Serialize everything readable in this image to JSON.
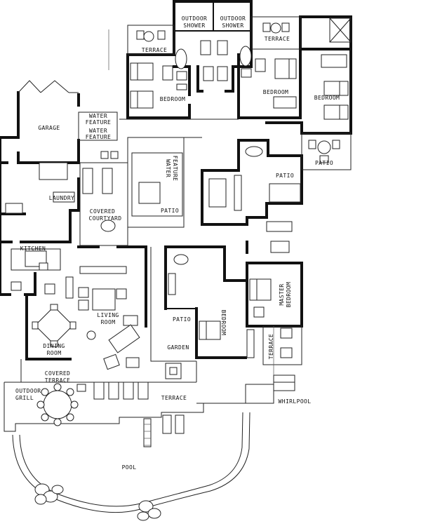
{
  "rooms": {
    "outdoor_shower_1": [
      "OUTDOOR",
      "SHOWER"
    ],
    "outdoor_shower_2": [
      "OUTDOOR",
      "SHOWER"
    ],
    "terrace_nw": "TERRACE",
    "terrace_ne": "TERRACE",
    "bedroom_1": "BEDROOM",
    "bedroom_2": "BEDROOM",
    "bedroom_3": "BEDROOM",
    "garage": "GARAGE",
    "water_feature_1": [
      "WATER",
      "FEATURE"
    ],
    "water_feature_2": [
      "WATER",
      "FEATURE"
    ],
    "water_feature_3": [
      "WATER",
      "FEATURE"
    ],
    "patio_east": "PATIO",
    "patio_mid": "PATIO",
    "patio_courtyard": "PATIO",
    "patio_south": "PATIO",
    "laundry": "LAUNDRY",
    "covered_courtyard": [
      "COVERED",
      "COURTYARD"
    ],
    "kitchen": "KITCHEN",
    "living_room": [
      "LIVING",
      "ROOM"
    ],
    "master_bedroom": [
      "MASTER",
      "BEDROOM"
    ],
    "bedroom_4": "BEDROOM",
    "terrace_se": "TERRACE",
    "garden": "GARDEN",
    "dining_room": [
      "DINING",
      "ROOM"
    ],
    "covered_terrace": [
      "COVERED",
      "TERRACE"
    ],
    "outdoor_grill": [
      "OUTDOOR",
      "GRILL"
    ],
    "terrace_south": "TERRACE",
    "whirlpool": "WHIRLPOOL",
    "pool": "POOL"
  }
}
